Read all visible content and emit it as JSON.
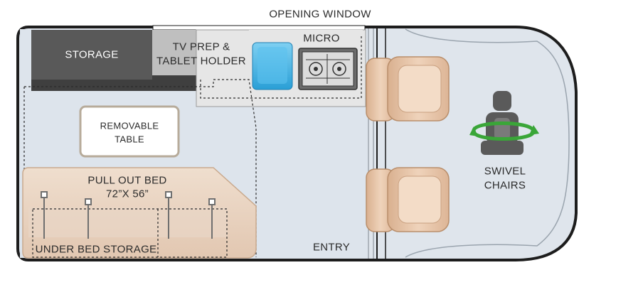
{
  "labels": {
    "opening_window": "OPENING WINDOW",
    "storage": "STORAGE",
    "tv_prep_line1": "TV PREP &",
    "tv_prep_line2": "TABLET HOLDER",
    "micro": "MICRO",
    "removable_table_line1": "REMOVABLE",
    "removable_table_line2": "TABLE",
    "pull_out_bed_line1": "PULL OUT BED",
    "pull_out_bed_line2": "72”x 56”",
    "under_bed_storage": "UNDER BED STORAGE",
    "entry": "ENTRY",
    "swivel_line1": "SWIVEL",
    "swivel_line2": "CHAIRS"
  },
  "icons": {
    "sink": "sink-icon",
    "cooktop": "cooktop-icon",
    "seat": "seat-icon",
    "swivel": "swivel-arrow-icon"
  },
  "colors": {
    "floor": "#dde4ec",
    "wall": "#1d1d1d",
    "cab": "#dfe5ec",
    "storage_dark": "#595959",
    "storage_light": "#bfbfbf",
    "bed": "#ecd9c9",
    "seat": "#e9c8ad",
    "sink": "#45b4e6",
    "swivel_green": "#3aa638"
  }
}
